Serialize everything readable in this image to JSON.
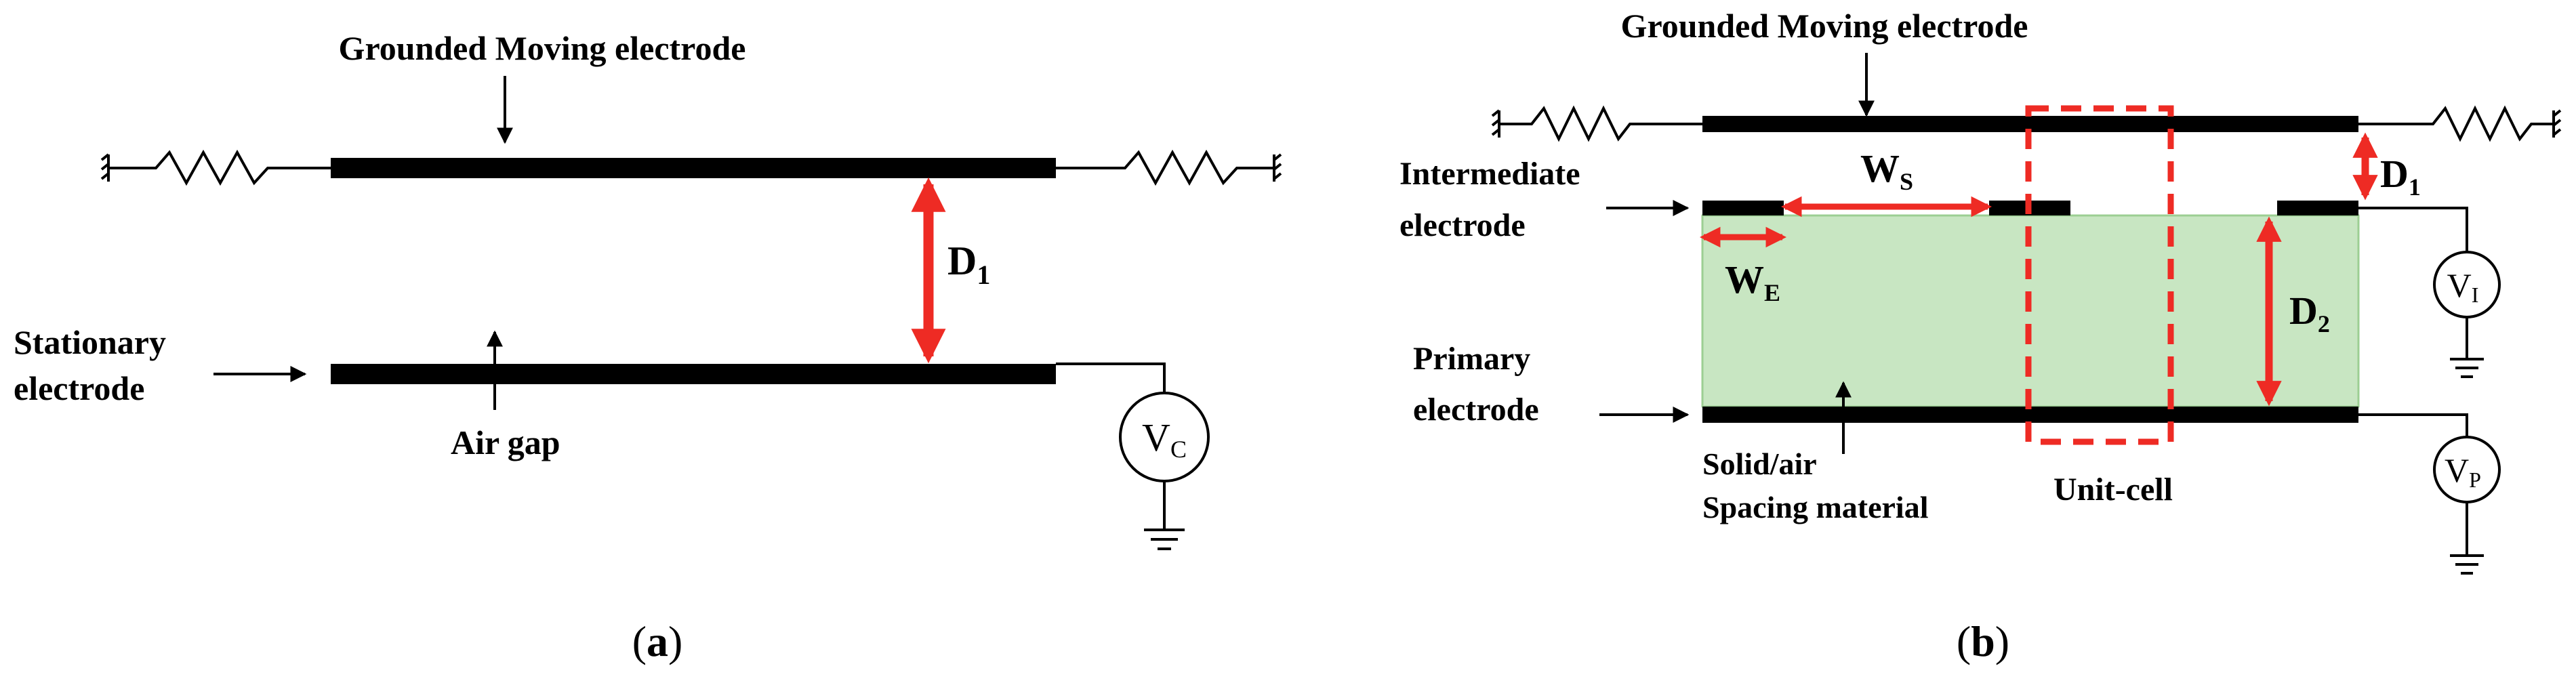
{
  "panel_a": {
    "top_label": "Grounded Moving electrode",
    "stationary_label_1": "Stationary",
    "stationary_label_2": "electrode",
    "gap_label": "Air gap",
    "d1_main": "D",
    "d1_sub": "1",
    "meter_main": "V",
    "meter_sub": "C",
    "caption_letter": "a"
  },
  "panel_b": {
    "top_label": "Grounded Moving electrode",
    "intermediate_label_1": "Intermediate",
    "intermediate_label_2": "electrode",
    "primary_label_1": "Primary",
    "primary_label_2": "electrode",
    "spacing_label_1": "Solid/air",
    "spacing_label_2": "Spacing material",
    "unitcell_label": "Unit-cell",
    "ws_main": "W",
    "ws_sub": "S",
    "we_main": "W",
    "we_sub": "E",
    "d1_main": "D",
    "d1_sub": "1",
    "d2_main": "D",
    "d2_sub": "2",
    "vi_main": "V",
    "vi_sub": "I",
    "vp_main": "V",
    "vp_sub": "P",
    "caption_letter": "b"
  },
  "colors": {
    "arrow_red": "#ee2b24",
    "spacer_fill": "#c8e6c2",
    "spacer_stroke": "#9ccf93",
    "electrode": "#000000"
  }
}
